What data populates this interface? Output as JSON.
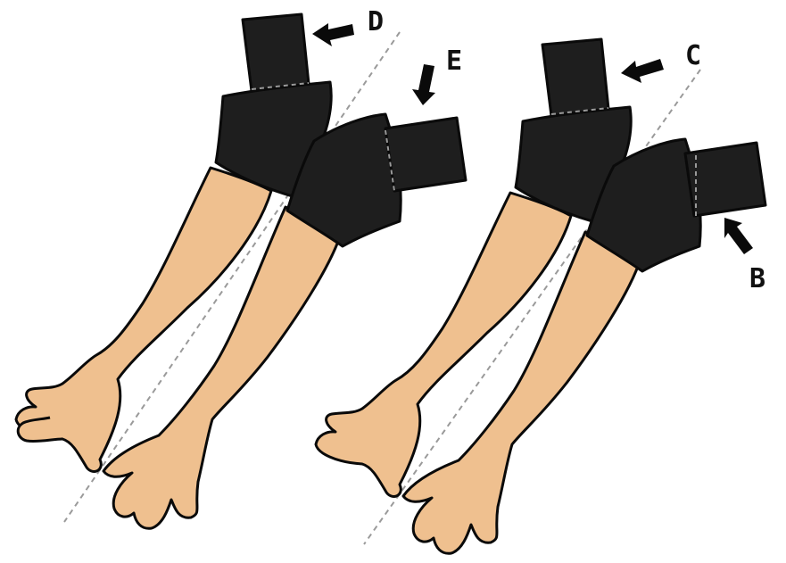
{
  "colors": {
    "skin": "#EFC08F",
    "cloth": "#1E1E1E",
    "outline": "#0A0A0A",
    "guide": "#9A9A9A",
    "background": "#FFFFFF"
  },
  "labels": {
    "d": "D",
    "e": "E",
    "c": "C",
    "b": "B"
  }
}
